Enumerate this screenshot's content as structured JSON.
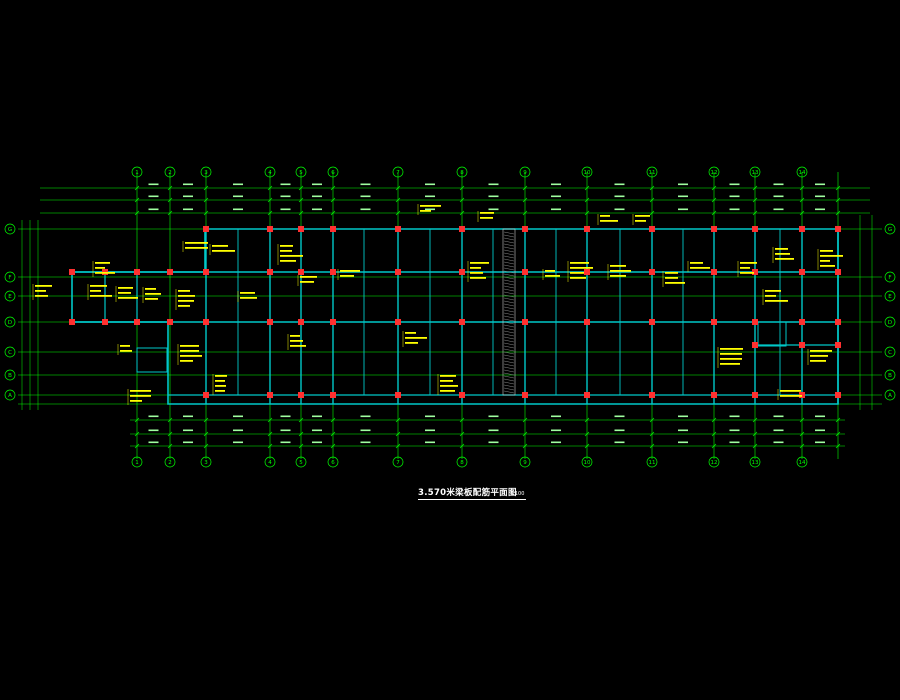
{
  "drawing": {
    "title": "3.570米梁板配筋平面图",
    "scale": "1:100"
  },
  "axes_horizontal": [
    "1",
    "2",
    "3",
    "4",
    "5",
    "6",
    "7",
    "8",
    "9",
    "10",
    "11",
    "12",
    "13",
    "14"
  ],
  "axes_vertical": [
    "A",
    "B",
    "C",
    "D",
    "E",
    "F",
    "G"
  ],
  "colors": {
    "background": "#000000",
    "grid": "#00ff00",
    "walls": "#00c8c8",
    "columns": "#ff3030",
    "annotations": "#ffff00",
    "title": "#ffffff"
  }
}
